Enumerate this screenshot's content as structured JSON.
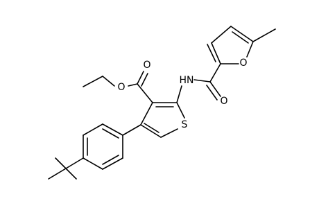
{
  "diagram": {
    "type": "chemical-structure",
    "labels": {
      "carbonyl_o_ester": "O",
      "ester_o": "O",
      "nh": "HN",
      "amide_o": "O",
      "furan_o": "O",
      "thiophene_s": "S"
    }
  }
}
